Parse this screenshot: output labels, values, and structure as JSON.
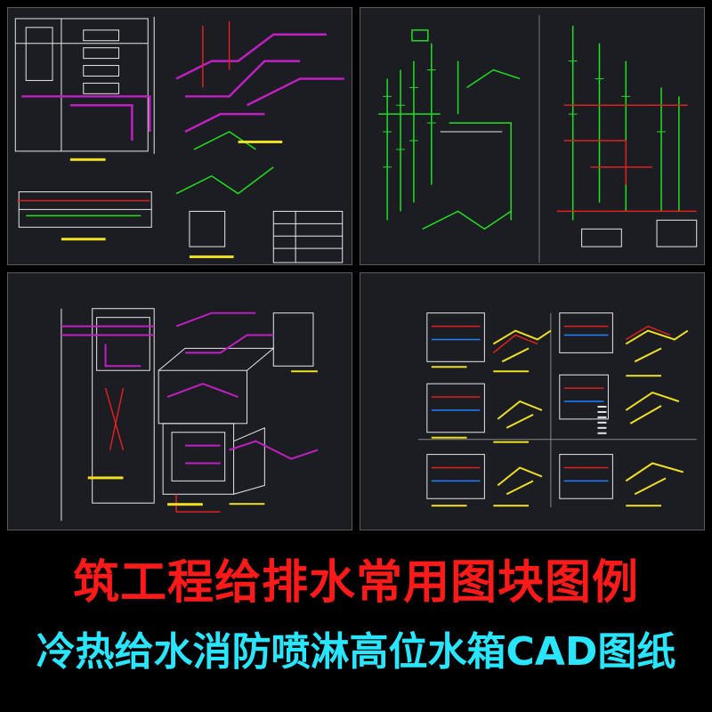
{
  "colors": {
    "background": "#000000",
    "panel_bg": "#1b1d23",
    "title_main": "#ff1a1a",
    "title_sub": "#29e6ff",
    "cad_white": "#e8e8e8",
    "cad_magenta": "#c020c0",
    "cad_green": "#20e020",
    "cad_red": "#e02020",
    "cad_yellow": "#f0e020"
  },
  "panels": [
    {
      "id": "top-left",
      "icon": "cad-drawing-thumbnail"
    },
    {
      "id": "top-right",
      "icon": "cad-drawing-thumbnail"
    },
    {
      "id": "bottom-left",
      "icon": "cad-drawing-thumbnail"
    },
    {
      "id": "bottom-right",
      "icon": "cad-drawing-thumbnail"
    }
  ],
  "banner": {
    "title": "筑工程给排水常用图块图例",
    "subtitle": "冷热给水消防喷淋高位水箱CAD图纸"
  }
}
